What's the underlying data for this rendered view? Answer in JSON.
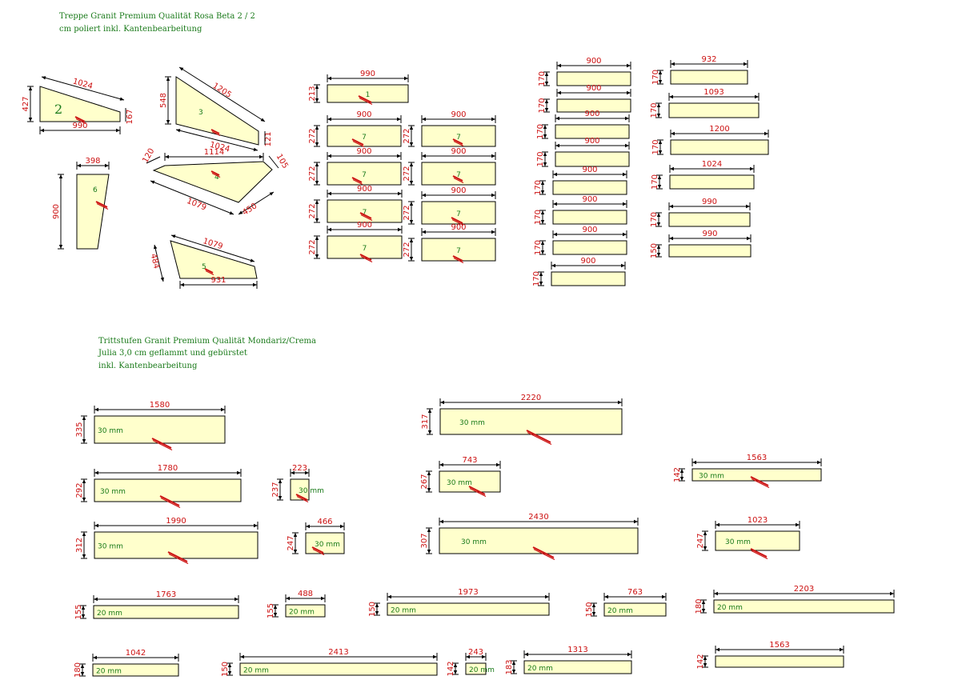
{
  "header1": {
    "line1": "Treppe Granit Premium Qualität Rosa Beta 2 / 2",
    "line2": "cm poliert inkl. Kantenbearbeitung"
  },
  "header2": {
    "line1": "Trittstufen Granit Premium Qualität Mondariz/Crema",
    "line2": "Julia 3,0 cm geflammt und gebürstet",
    "line3": "inkl. Kantenbearbeitung"
  },
  "colors": {
    "fill": "#ffffcc",
    "dim": "#cc1111",
    "label": "#1a7a1a",
    "outline": "#000000"
  },
  "polys": [
    {
      "id": "2",
      "dims": [
        "1024",
        "427",
        "990",
        "167"
      ]
    },
    {
      "id": "3",
      "dims": [
        "1205",
        "548",
        "1024",
        "121"
      ]
    },
    {
      "id": "4",
      "dims": [
        "1114",
        "120",
        "105",
        "1079",
        "450"
      ]
    },
    {
      "id": "6",
      "dims": [
        "398",
        "900"
      ]
    },
    {
      "id": "5",
      "dims": [
        "1079",
        "484",
        "931"
      ]
    }
  ],
  "stair_rects": [
    {
      "w": "990",
      "h": "213",
      "label": "1"
    },
    {
      "w": "900",
      "h": "272",
      "label": "7"
    },
    {
      "w": "900",
      "h": "272",
      "label": "7"
    },
    {
      "w": "900",
      "h": "272",
      "label": "7"
    },
    {
      "w": "900",
      "h": "272",
      "label": "7"
    },
    {
      "w": "900",
      "h": "272",
      "label": "7"
    },
    {
      "w": "900",
      "h": "272",
      "label": "7"
    },
    {
      "w": "900",
      "h": "272",
      "label": "7"
    },
    {
      "w": "900",
      "h": "272",
      "label": "7"
    },
    {
      "w": "900",
      "h": "170",
      "label": ""
    },
    {
      "w": "900",
      "h": "170",
      "label": ""
    },
    {
      "w": "900",
      "h": "170",
      "label": ""
    },
    {
      "w": "900",
      "h": "170",
      "label": ""
    },
    {
      "w": "900",
      "h": "170",
      "label": ""
    },
    {
      "w": "900",
      "h": "170",
      "label": ""
    },
    {
      "w": "900",
      "h": "170",
      "label": ""
    },
    {
      "w": "900",
      "h": "170",
      "label": ""
    },
    {
      "w": "932",
      "h": "170",
      "label": ""
    },
    {
      "w": "1093",
      "h": "170",
      "label": ""
    },
    {
      "w": "1200",
      "h": "170",
      "label": ""
    },
    {
      "w": "1024",
      "h": "170",
      "label": ""
    },
    {
      "w": "990",
      "h": "170",
      "label": ""
    },
    {
      "w": "990",
      "h": "150",
      "label": ""
    }
  ],
  "tread_rects": [
    {
      "w": "1580",
      "h": "335",
      "label": "30 mm"
    },
    {
      "w": "2220",
      "h": "317",
      "label": "30 mm"
    },
    {
      "w": "1780",
      "h": "292",
      "label": "30 mm"
    },
    {
      "w": "223",
      "h": "237",
      "label": "30 mm"
    },
    {
      "w": "743",
      "h": "267",
      "label": "30 mm"
    },
    {
      "w": "1563",
      "h": "142",
      "label": "30 mm"
    },
    {
      "w": "1990",
      "h": "312",
      "label": "30 mm"
    },
    {
      "w": "466",
      "h": "247",
      "label": "30 mm"
    },
    {
      "w": "2430",
      "h": "307",
      "label": "30 mm"
    },
    {
      "w": "1023",
      "h": "247",
      "label": "30 mm"
    },
    {
      "w": "1763",
      "h": "155",
      "label": "20 mm"
    },
    {
      "w": "488",
      "h": "155",
      "label": "20 mm"
    },
    {
      "w": "1973",
      "h": "150",
      "label": "20 mm"
    },
    {
      "w": "763",
      "h": "150",
      "label": "20 mm"
    },
    {
      "w": "2203",
      "h": "180",
      "label": "20 mm"
    },
    {
      "w": "1042",
      "h": "180",
      "label": "20 mm"
    },
    {
      "w": "2413",
      "h": "150",
      "label": "20 mm"
    },
    {
      "w": "243",
      "h": "142",
      "label": "20 mm"
    },
    {
      "w": "1313",
      "h": "183",
      "label": "20 mm"
    },
    {
      "w": "1563",
      "h": "142",
      "label": ""
    }
  ]
}
